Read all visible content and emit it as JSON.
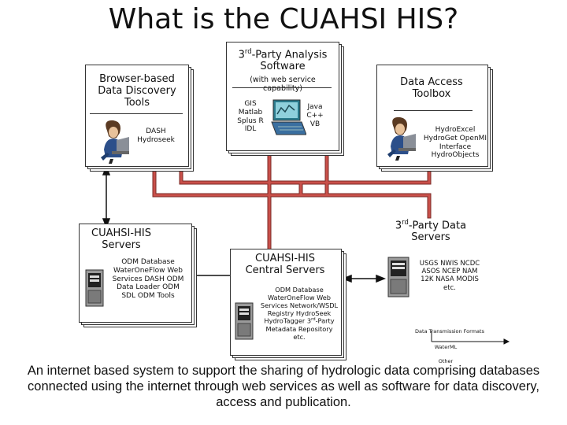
{
  "title": "What is the CUAHSI HIS?",
  "browser_tools": {
    "heading": "Browser-based Data Discovery Tools",
    "items": "DASH Hydroseek"
  },
  "analysis_software": {
    "heading_pre": "3",
    "heading_sup": "rd",
    "heading_post": "-Party Analysis Software",
    "subheading": "(with web service capability)",
    "left_items": "GIS Matlab Splus R IDL",
    "right_items": "Java C++ VB"
  },
  "data_access": {
    "heading": "Data Access Toolbox",
    "items": "HydroExcel HydroGet OpenMI Interface HydroObjects"
  },
  "his_servers": {
    "heading": "CUAHSI-HIS Servers",
    "items": "ODM Database WaterOneFlow Web Services DASH ODM Data Loader ODM SDL ODM Tools"
  },
  "central_servers": {
    "heading": "CUAHSI-HIS Central Servers",
    "items_a": "ODM Database WaterOneFlow Web Services Network/WSDL Registry HydroSeek HydroTagger",
    "items_b_pre": "3",
    "items_b_sup": "rd",
    "items_b_post": "-Party Metadata Repository etc."
  },
  "third_party_data": {
    "heading_pre": "3",
    "heading_sup": "rd",
    "heading_post": "-Party Data Servers",
    "items": "USGS NWIS NCDC ASOS NCEP NAM 12K NASA MODIS etc.",
    "formats_label": "Data Transmission Formats",
    "format_1": "WaterML",
    "format_2": "Other"
  },
  "footer": "An internet based system to support the sharing of hydrologic data comprising databases connected using the internet through web services as well as software for data discovery, access and publication.",
  "colors": {
    "connector_fill": "#c9504a",
    "connector_stroke": "#7a2a26",
    "link_line": "#111111"
  }
}
